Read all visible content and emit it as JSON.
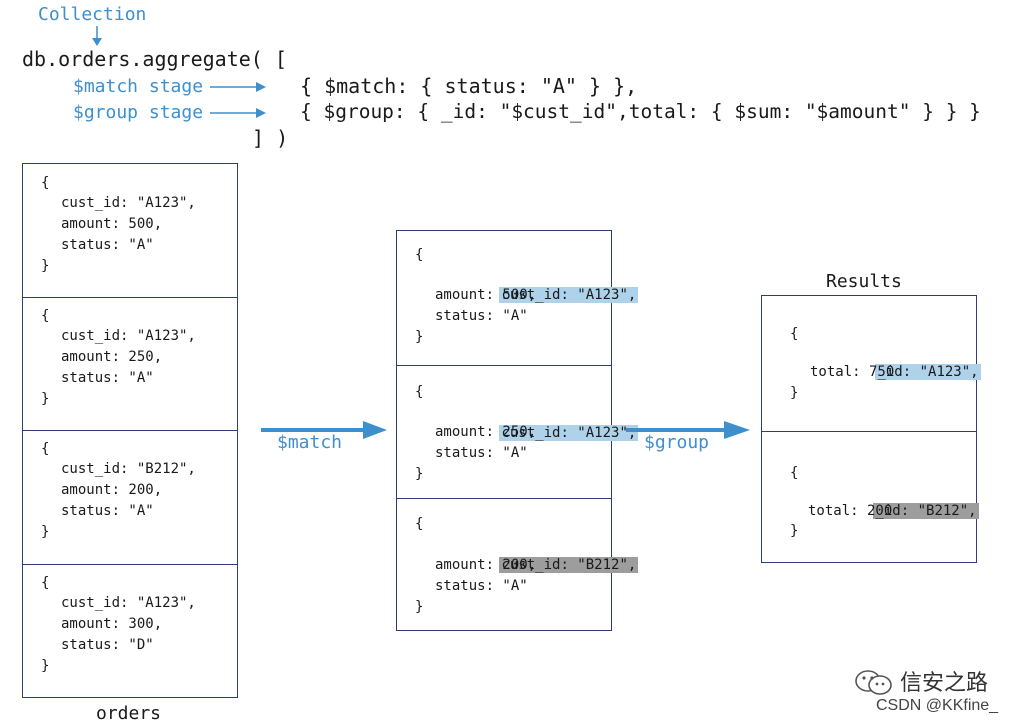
{
  "header": {
    "collection_label": "Collection",
    "line1": "db.orders.aggregate( [",
    "match_label": "$match stage",
    "group_label": "$group stage",
    "match_code": "{ $match: { status: \"A\" } },",
    "group_code": "{ $group: { _id: \"$cust_id\",total: { $sum: \"$amount\" } } }",
    "close": "] )"
  },
  "orders": {
    "caption": "orders",
    "docs": [
      {
        "open": "{",
        "l1": "cust_id: \"A123\",",
        "l2": "amount: 500,",
        "l3": "status: \"A\"",
        "close": "}"
      },
      {
        "open": "{",
        "l1": "cust_id: \"A123\",",
        "l2": "amount: 250,",
        "l3": "status: \"A\"",
        "close": "}"
      },
      {
        "open": "{",
        "l1": "cust_id: \"B212\",",
        "l2": "amount: 200,",
        "l3": "status: \"A\"",
        "close": "}"
      },
      {
        "open": "{",
        "l1": "cust_id: \"A123\",",
        "l2": "amount: 300,",
        "l3": "status: \"D\"",
        "close": "}"
      }
    ]
  },
  "matched": {
    "docs": [
      {
        "open": "{",
        "l1": "cust_id: \"A123\",",
        "l2": "amount: 500,",
        "l3": "status: \"A\"",
        "close": "}"
      },
      {
        "open": "{",
        "l1": "cust_id: \"A123\",",
        "l2": "amount: 250,",
        "l3": "status: \"A\"",
        "close": "}"
      },
      {
        "open": "{",
        "l1": "cust_id: \"B212\",",
        "l2": "amount: 200,",
        "l3": "status: \"A\"",
        "close": "}"
      }
    ]
  },
  "results": {
    "caption": "Results",
    "docs": [
      {
        "open": "{",
        "l1": "_id: \"A123\",",
        "l2": "total: 750",
        "close": "}"
      },
      {
        "open": "{",
        "l1": "_id: \"B212\",",
        "l2": "total: 200",
        "close": "}"
      }
    ]
  },
  "arrows": {
    "match_label": "$match",
    "group_label": "$group"
  },
  "watermark": {
    "cn": "信安之路",
    "csdn": "CSDN @KKfine_"
  },
  "colors": {
    "accent_blue": "#3d8fcd",
    "box_border": "#2c3e73",
    "highlight_blue": "#aed2ea",
    "highlight_gray": "#9d9d9d"
  }
}
